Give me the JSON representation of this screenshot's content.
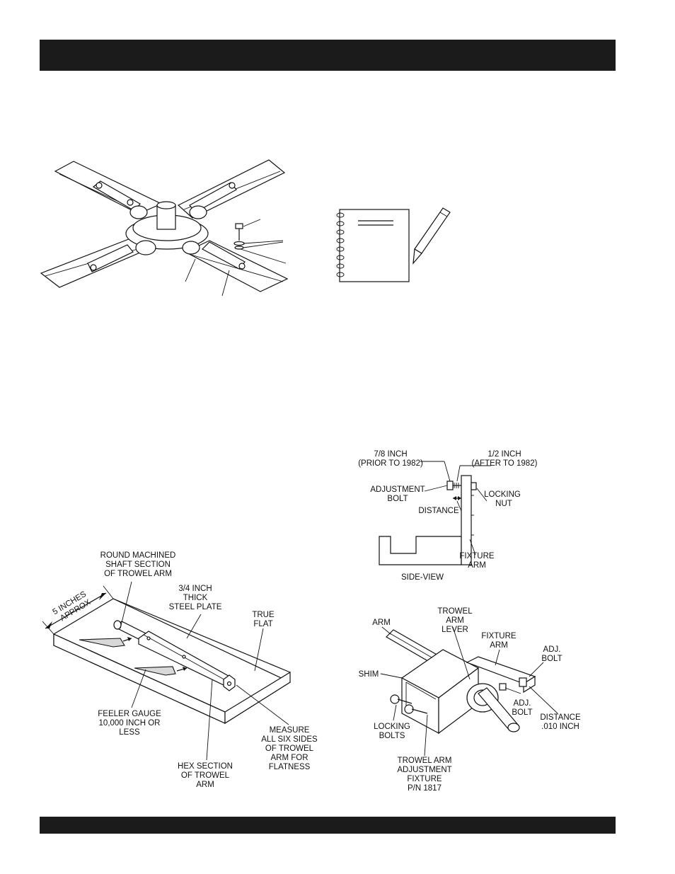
{
  "fig_bottom_left": {
    "shaft_label": [
      "ROUND MACHINED",
      "SHAFT SECTION",
      "OF TROWEL ARM"
    ],
    "plate_label": [
      "3/4 INCH",
      "THICK",
      "STEEL PLATE"
    ],
    "true_flat": [
      "TRUE",
      "FLAT"
    ],
    "five_inches": [
      "5 INCHES",
      "APPROX"
    ],
    "feeler_label": [
      "FEELER GAUGE",
      "10,000 INCH OR",
      "LESS"
    ],
    "measure_label": [
      "MEASURE",
      "ALL SIX SIDES",
      "OF TROWEL",
      "ARM FOR",
      "FLATNESS"
    ],
    "hex_label": [
      "HEX SECTION",
      "OF TROWEL",
      "ARM"
    ]
  },
  "fig_side_view": {
    "seven_eighths": [
      "7/8 INCH",
      "(PRIOR TO 1982)"
    ],
    "one_half": [
      "1/2 INCH",
      "(AFTER TO 1982)"
    ],
    "adjustment_bolt": [
      "ADJUSTMENT",
      "BOLT"
    ],
    "locking_nut": [
      "LOCKING",
      "NUT"
    ],
    "distance": "DISTANCE",
    "fixture_arm": [
      "FIXTURE",
      "ARM"
    ],
    "caption": "SIDE-VIEW"
  },
  "fig_fixture": {
    "arm": "ARM",
    "trowel_arm_lever": [
      "TROWEL",
      "ARM",
      "LEVER"
    ],
    "fixture_arm": [
      "FIXTURE",
      "ARM"
    ],
    "adj_bolt_right": [
      "ADJ.",
      "BOLT"
    ],
    "shim": "SHIM",
    "adj_bolt_mid": [
      "ADJ.",
      "BOLT"
    ],
    "distance": [
      "DISTANCE",
      ".010 INCH"
    ],
    "locking_bolts": [
      "LOCKING",
      "BOLTS"
    ],
    "fixture_name": [
      "TROWEL ARM",
      "ADJUSTMENT",
      "FIXTURE",
      "P/N 1817"
    ]
  }
}
